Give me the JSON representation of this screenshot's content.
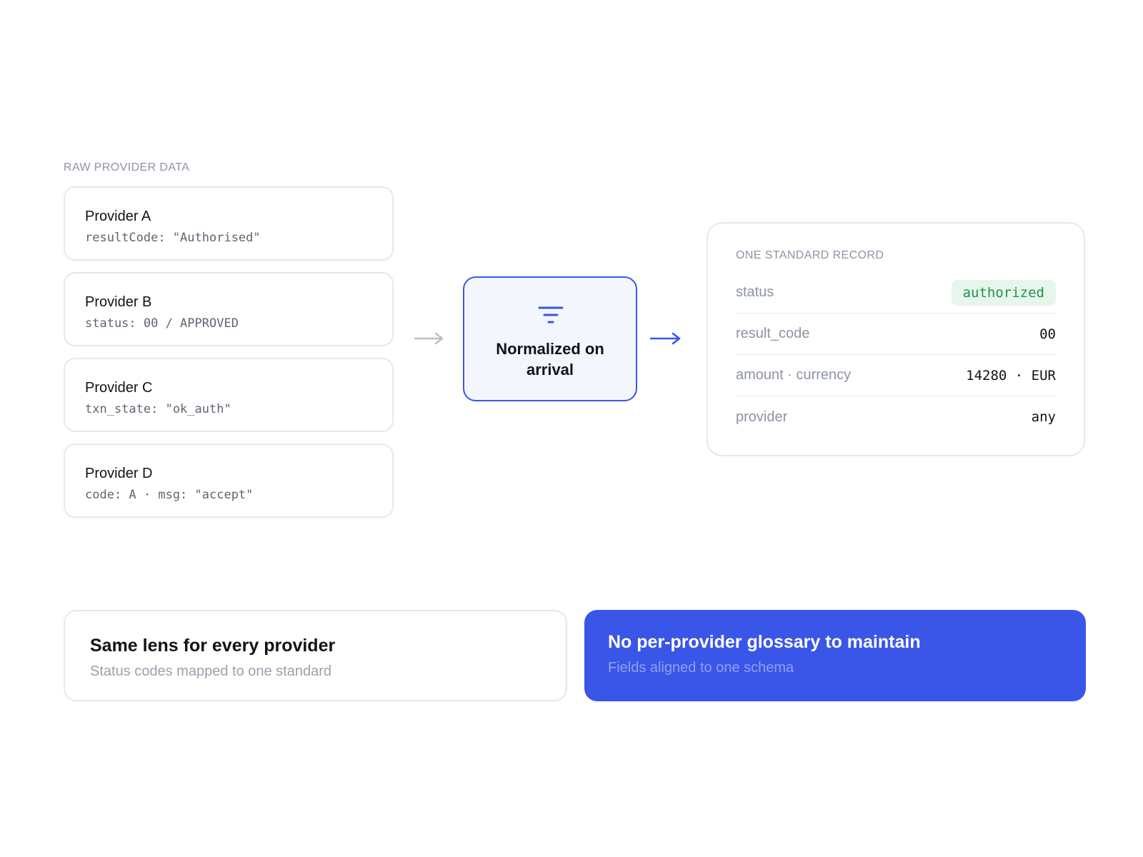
{
  "raw_section": {
    "label": "RAW PROVIDER DATA",
    "providers": [
      {
        "name": "Provider A",
        "raw": "resultCode: \"Authorised\""
      },
      {
        "name": "Provider B",
        "raw": "status: 00 / APPROVED"
      },
      {
        "name": "Provider C",
        "raw": "txn_state: \"ok_auth\""
      },
      {
        "name": "Provider D",
        "raw": "code: A · msg: \"accept\""
      }
    ]
  },
  "normalizer": {
    "label": "Normalized on arrival",
    "icon": "filter-icon"
  },
  "record": {
    "title": "ONE STANDARD RECORD",
    "rows": [
      {
        "key": "status",
        "value": "authorized"
      },
      {
        "key": "result_code",
        "value": "00"
      },
      {
        "key": "amount · currency",
        "value": "14280 · EUR"
      },
      {
        "key": "provider",
        "value": "any"
      }
    ]
  },
  "callouts": [
    {
      "title": "Same lens for every provider",
      "subtitle": "Status codes mapped to one standard"
    },
    {
      "title": "No per-provider glossary to maintain",
      "subtitle": "Fields aligned to one schema"
    }
  ],
  "colors": {
    "accent": "#3a56e8",
    "normalizer_bg": "#f3f6fd",
    "status_bg": "#e7f6ec",
    "status_text": "#1d9448",
    "muted_text": "#8c94a3",
    "card_border": "#e6e8ec"
  }
}
